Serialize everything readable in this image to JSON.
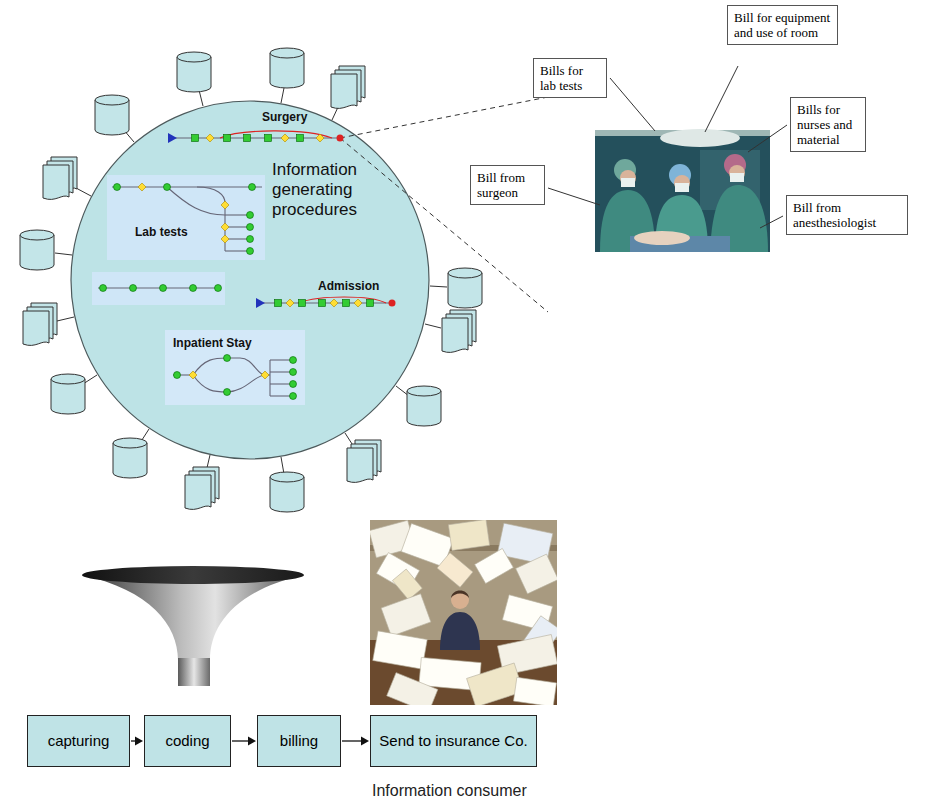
{
  "diagram": {
    "nodes": [
      {
        "text": [
          "Information generating procedures"
        ]
      },
      {
        "text": [
          "Lab tests"
        ],
        "in": 0
      },
      {
        "text": [
          "Inpatient Stay"
        ],
        "in": 0
      },
      {
        "text": [
          "Bill for equipment and use of room"
        ]
      },
      {
        "text": [
          "Bills for lab tests"
        ]
      },
      {
        "text": [
          "Bills for nurses and material"
        ]
      },
      {
        "text": [
          "Bill from surgeon"
        ]
      },
      {
        "text": [
          "Bill from anesthesiologist"
        ]
      },
      {
        "text": [
          "capturing"
        ]
      },
      {
        "text": [
          "coding"
        ]
      },
      {
        "text": [
          "billing"
        ]
      },
      {
        "text": [
          "Send to insurance Co."
        ]
      }
    ],
    "edges": [
      {
        "from": 8,
        "to": 9,
        "arrow": "to"
      },
      {
        "from": 9,
        "to": 10,
        "arrow": "to"
      },
      {
        "from": 10,
        "to": 11,
        "arrow": "to"
      }
    ],
    "labels": [
      "Surgery",
      "Admission",
      "Information consumer"
    ]
  }
}
